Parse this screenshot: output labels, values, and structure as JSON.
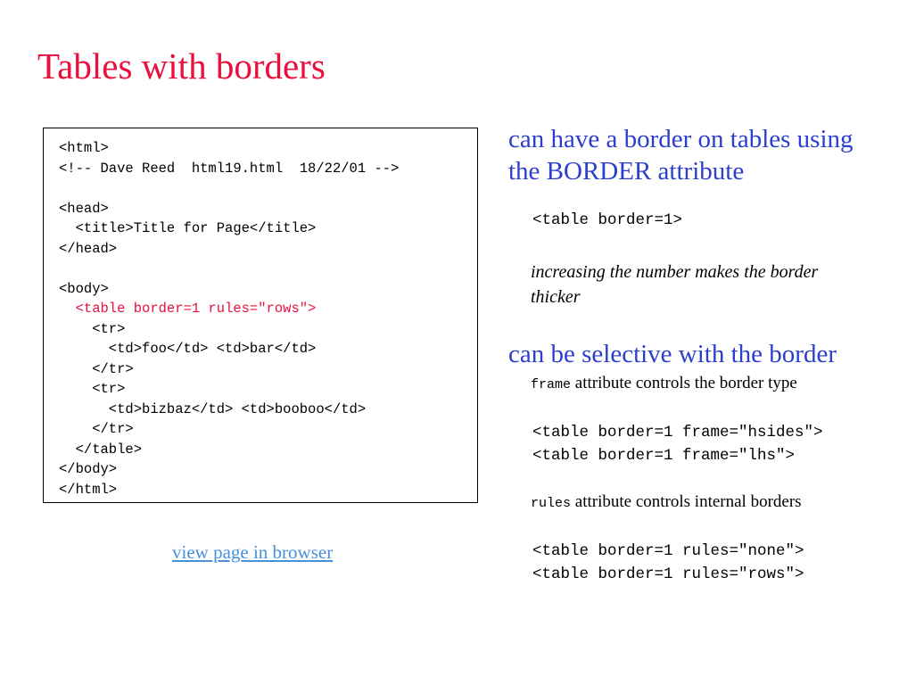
{
  "title": "Tables with borders",
  "code": {
    "lines": [
      "<html>",
      "<!-- Dave Reed  html19.html  18/22/01 -->",
      "",
      "<head>",
      "  <title>Title for Page</title>",
      "</head>",
      "",
      "<body>",
      "  <table border=1 rules=\"rows\">",
      "    <tr>",
      "      <td>foo</td> <td>bar</td>",
      "    </tr>",
      "    <tr>",
      "      <td>bizbaz</td> <td>booboo</td>",
      "    </tr>",
      "  </table>",
      "</body>",
      "</html>"
    ],
    "highlight_color": "#e8103c"
  },
  "link": {
    "label": "view page in browser"
  },
  "section1": {
    "heading_line1": "can have a border on tables using",
    "heading_line2": "the BORDER attribute",
    "example": "<table border=1>",
    "note_line1": "increasing the number makes the border",
    "note_line2": "thicker"
  },
  "section2": {
    "heading": "can be selective with the border",
    "frame_kw": "frame",
    "frame_text": " attribute controls the border type",
    "frame_ex1": "<table border=1 frame=\"hsides\">",
    "frame_ex2": "<table border=1 frame=\"lhs\">",
    "rules_kw": "rules",
    "rules_text": " attribute controls internal borders",
    "rules_ex1": "<table border=1 rules=\"none\">",
    "rules_ex2": "<table border=1 rules=\"rows\">"
  },
  "colors": {
    "title": "#e8103c",
    "heading": "#2b3fcc",
    "link": "#4a90d9"
  }
}
